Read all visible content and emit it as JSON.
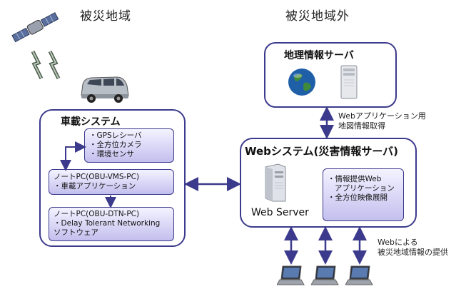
{
  "regions": {
    "affected": "被災地域",
    "outside": "被災地域外"
  },
  "vehicle_system": {
    "title": "車載システム",
    "sensors": [
      "・GPSレシーバ",
      "・全方位カメラ",
      "・環境センサ"
    ],
    "vms_pc": [
      "ノートPC(OBU-VMS-PC)",
      "・車載アプリケーション"
    ],
    "dtn_pc": [
      "ノートPC(OBU-DTN-PC)",
      "・Delay Tolerant Networking",
      "ソフトウェア"
    ]
  },
  "gis_server": {
    "title": "地理情報サーバ"
  },
  "web_system": {
    "title": "Webシステム(災害情報サーバ)",
    "server_caption": "Web Server",
    "apps": [
      "・情報提供Web",
      "アプリケーション",
      "・全方位映像展開"
    ]
  },
  "notes": {
    "map_fetch": [
      "Webアプリケーション用",
      "地図情報取得"
    ],
    "provision": [
      "Webによる",
      "被災地域情報の提供"
    ]
  },
  "icons": [
    "satellite-icon",
    "lightning-icon",
    "van-icon",
    "globe-icon",
    "server-icon",
    "laptop-icon"
  ],
  "colors": {
    "box_border": "#3c3a8c",
    "sub_box_fill": "#d9d6f6",
    "arrow": "#3c3a8c"
  }
}
